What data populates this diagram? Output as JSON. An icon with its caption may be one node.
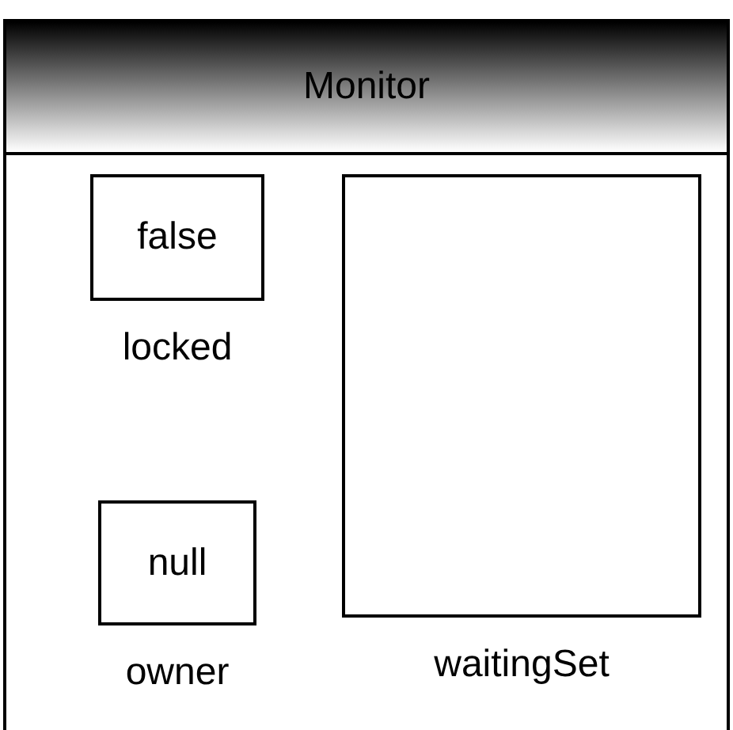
{
  "diagram": {
    "nodes": [
      {
        "text": [
          "Monitor"
        ]
      },
      {
        "text": [
          "false"
        ],
        "in": 0,
        "beside": [
          "locked"
        ]
      },
      {
        "text": [
          "null"
        ],
        "in": 0,
        "beside": [
          "owner"
        ]
      },
      {
        "text": [],
        "shape": "box",
        "in": 0,
        "beside": [
          "waitingSet"
        ]
      }
    ]
  }
}
